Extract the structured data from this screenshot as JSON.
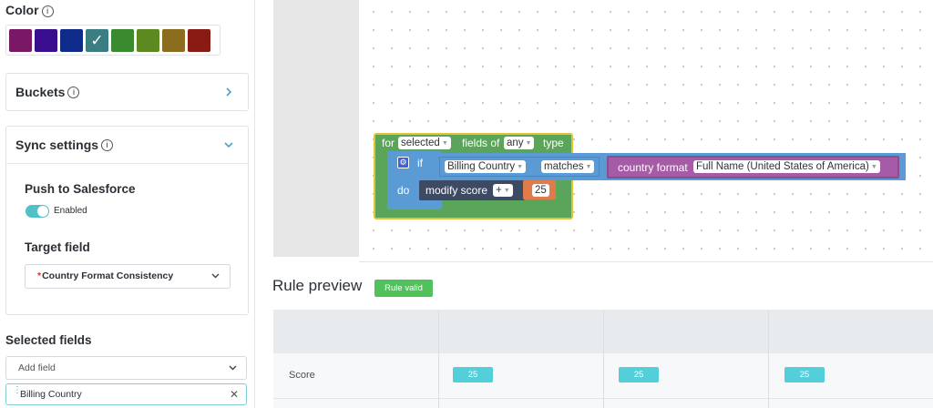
{
  "color_section": {
    "title": "Color",
    "info_glyph": "i",
    "swatches": [
      "#7a1866",
      "#3a0f8f",
      "#0f2b8a",
      "#3a7e84",
      "#3a8a2e",
      "#5c8a20",
      "#8a6d1e",
      "#8a1a14"
    ],
    "selected_index": 3
  },
  "buckets": {
    "title": "Buckets",
    "info_glyph": "i"
  },
  "sync": {
    "title": "Sync settings",
    "info_glyph": "i",
    "push_label": "Push to Salesforce",
    "toggle_state": "Enabled",
    "target_label": "Target field",
    "target_required": "*",
    "target_value": "Country Format Consistency"
  },
  "selected_fields": {
    "title": "Selected fields",
    "add_placeholder": "Add field",
    "chips": [
      "Billing Country"
    ]
  },
  "blocks": {
    "for_kw": "for",
    "selected": "selected",
    "fields_of": "fields of",
    "any": "any",
    "type_kw": "type",
    "if_kw": "if",
    "do_kw": "do",
    "field_name": "Billing Country",
    "operator": "matches",
    "format_kw": "country format",
    "format_value": "Full Name (United States of America)",
    "modify": "modify score",
    "op": "+",
    "amount": "25"
  },
  "preview": {
    "title": "Rule preview",
    "badge": "Rule valid",
    "row_label": "Score",
    "scores": [
      "25",
      "25",
      "25"
    ]
  },
  "colors": {
    "accent": "#52c0c7",
    "valid_green": "#51c25b",
    "loop_green": "#5ba55b",
    "logic_blue": "#5b9bd5",
    "format_purple": "#a55ba5",
    "number_orange": "#e07c4b"
  }
}
